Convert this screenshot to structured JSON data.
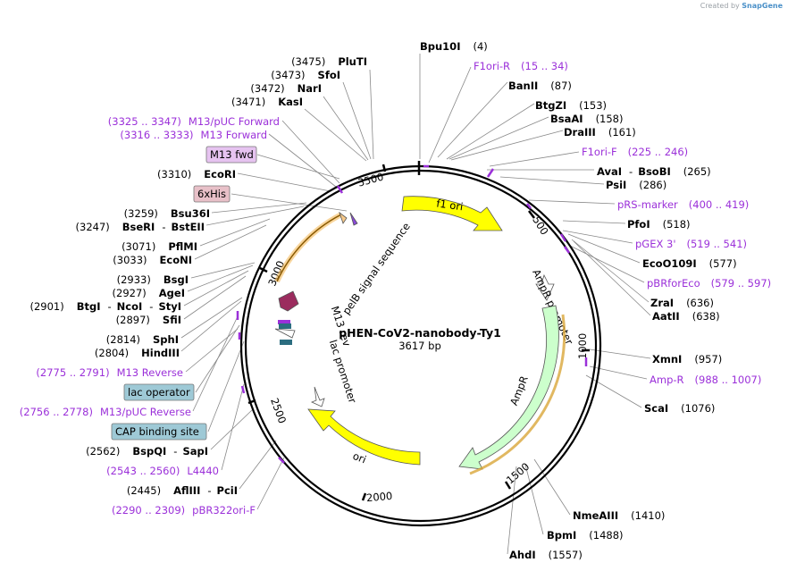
{
  "watermark": {
    "created": "Created by",
    "brand": "SnapGene"
  },
  "plasmid": {
    "name": "pHEN-CoV2-nanobody-Ty1",
    "size": "3617 bp",
    "length": 3617
  },
  "ticks": [
    "500",
    "1000",
    "1500",
    "2000",
    "2500",
    "3000",
    "3500"
  ],
  "sites": [
    {
      "name": "Bpu10I",
      "pos": "(4)"
    },
    {
      "name": "BanII",
      "pos": "(87)"
    },
    {
      "name": "BtgZI",
      "pos": "(153)"
    },
    {
      "name": "BsaAI",
      "pos": "(158)"
    },
    {
      "name": "DraIII",
      "pos": "(161)"
    },
    {
      "name": "AvaI",
      "sep": "-",
      "name2": "BsoBI",
      "pos": "(265)"
    },
    {
      "name": "PsiI",
      "pos": "(286)"
    },
    {
      "name": "PfoI",
      "pos": "(518)"
    },
    {
      "name": "EcoO109I",
      "pos": "(577)"
    },
    {
      "name": "ZraI",
      "pos": "(636)"
    },
    {
      "name": "AatII",
      "pos": "(638)"
    },
    {
      "name": "XmnI",
      "pos": "(957)"
    },
    {
      "name": "ScaI",
      "pos": "(1076)"
    },
    {
      "name": "NmeAIII",
      "pos": "(1410)"
    },
    {
      "name": "BpmI",
      "pos": "(1488)"
    },
    {
      "name": "AhdI",
      "pos": "(1557)"
    },
    {
      "name": "PluTI",
      "pos": "(3475)"
    },
    {
      "name": "SfoI",
      "pos": "(3473)"
    },
    {
      "name": "NarI",
      "pos": "(3472)"
    },
    {
      "name": "KasI",
      "pos": "(3471)"
    },
    {
      "name": "EcoRI",
      "pos": "(3310)"
    },
    {
      "name": "Bsu36I",
      "pos": "(3259)"
    },
    {
      "name": "BseRI",
      "sep": "-",
      "name2": "BstEII",
      "pos": "(3247)"
    },
    {
      "name": "PflMI",
      "pos": "(3071)"
    },
    {
      "name": "EcoNI",
      "pos": "(3033)"
    },
    {
      "name": "BsgI",
      "pos": "(2933)"
    },
    {
      "name": "AgeI",
      "pos": "(2927)"
    },
    {
      "name": "BtgI",
      "sep": "-",
      "name2": "NcoI",
      "sep2": "-",
      "name3": "StyI",
      "pos": "(2901)"
    },
    {
      "name": "SfiI",
      "pos": "(2897)"
    },
    {
      "name": "SphI",
      "pos": "(2814)"
    },
    {
      "name": "HindIII",
      "pos": "(2804)"
    },
    {
      "name": "BspQI",
      "sep": "-",
      "name2": "SapI",
      "pos": "(2562)"
    },
    {
      "name": "AflIII",
      "sep": "-",
      "name2": "PciI",
      "pos": "(2445)"
    }
  ],
  "primers": [
    {
      "name": "F1ori-R",
      "range": "(15 .. 34)"
    },
    {
      "name": "F1ori-F",
      "range": "(225 .. 246)"
    },
    {
      "name": "pRS-marker",
      "range": "(400 .. 419)"
    },
    {
      "name": "pGEX 3'",
      "range": "(519 .. 541)"
    },
    {
      "name": "pBRforEco",
      "range": "(579 .. 597)"
    },
    {
      "name": "Amp-R",
      "range": "(988 .. 1007)"
    },
    {
      "name": "M13/pUC Forward",
      "range": "(3325 .. 3347)"
    },
    {
      "name": "M13 Forward",
      "range": "(3316 .. 3333)"
    },
    {
      "name": "M13 Reverse",
      "range": "(2775 .. 2791)"
    },
    {
      "name": "M13/pUC Reverse",
      "range": "(2756 .. 2778)"
    },
    {
      "name": "L4440",
      "range": "(2543 .. 2560)"
    },
    {
      "name": "pBR322ori-F",
      "range": "(2290 .. 2309)"
    }
  ],
  "badges": [
    {
      "text": "M13 fwd",
      "color": "#e6c3f0"
    },
    {
      "text": "6xHis",
      "color": "#e8c0c8"
    },
    {
      "text": "lac operator",
      "color": "#9ec9d6"
    },
    {
      "text": "CAP binding site",
      "color": "#9ec9d6"
    }
  ],
  "features": [
    {
      "name": "f1 ori",
      "color": "#ffff00"
    },
    {
      "name": "AmpR promoter",
      "color": "#ffffff"
    },
    {
      "name": "AmpR",
      "color": "#ccffcc"
    },
    {
      "name": "ori",
      "color": "#ffff00"
    },
    {
      "name": "lac promoter",
      "color": "#ffffff"
    },
    {
      "name": "M13 rev",
      "color": "#ffffff"
    },
    {
      "name": "pelB signal sequence",
      "color": "#f7c98a"
    }
  ],
  "colors": {
    "primer": "#9b30d9",
    "backbone": "#000000",
    "leader": "#888888"
  }
}
